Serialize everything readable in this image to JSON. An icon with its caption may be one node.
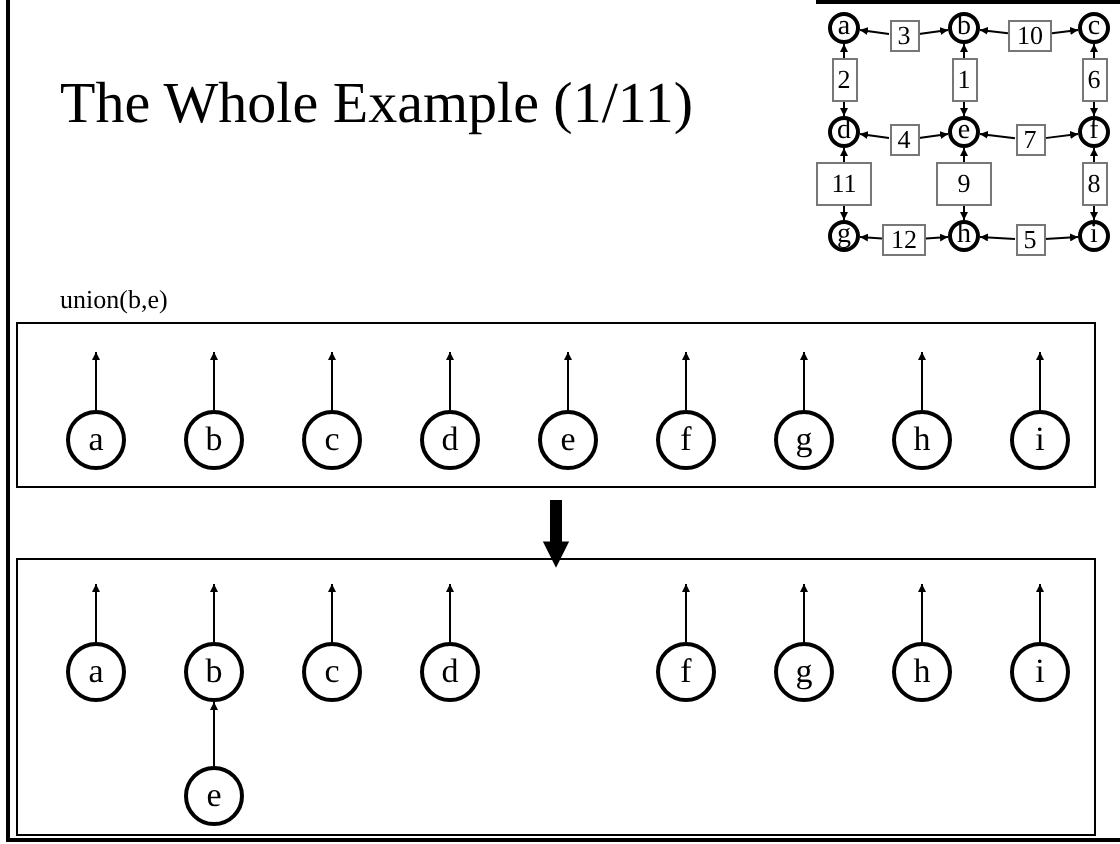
{
  "diagram": {
    "title": "The Whole Example (1/11)",
    "nodes": [
      {
        "text": [
          "a"
        ]
      },
      {
        "text": [
          "3"
        ]
      },
      {
        "text": [
          "b"
        ]
      },
      {
        "text": [
          "10"
        ]
      },
      {
        "text": [
          "c"
        ]
      },
      {
        "text": [
          "2"
        ]
      },
      {
        "text": [
          "1"
        ]
      },
      {
        "text": [
          "6"
        ]
      },
      {
        "text": [
          "d"
        ]
      },
      {
        "text": [
          "4"
        ]
      },
      {
        "text": [
          "e"
        ]
      },
      {
        "text": [
          "7"
        ]
      },
      {
        "text": [
          "f"
        ]
      },
      {
        "text": [
          "11"
        ]
      },
      {
        "text": [
          "9"
        ]
      },
      {
        "text": [
          "8"
        ]
      },
      {
        "text": [
          "g"
        ]
      },
      {
        "text": [
          "12"
        ]
      },
      {
        "text": [
          "h"
        ]
      },
      {
        "text": [
          "5"
        ]
      },
      {
        "text": [
          "i"
        ]
      },
      {
        "text": [],
        "shape": "box"
      },
      {
        "text": [
          "a"
        ],
        "in": 21
      },
      {
        "text": [
          "b"
        ],
        "in": 21
      },
      {
        "text": [
          "c"
        ],
        "in": 21
      },
      {
        "text": [
          "d"
        ],
        "in": 21
      },
      {
        "text": [
          "e"
        ],
        "in": 21
      },
      {
        "text": [
          "f"
        ],
        "in": 21
      },
      {
        "text": [
          "g"
        ],
        "in": 21
      },
      {
        "text": [
          "h"
        ],
        "in": 21
      },
      {
        "text": [
          "i"
        ],
        "in": 21
      },
      {
        "text": [],
        "shape": "box"
      },
      {
        "text": [
          "a"
        ],
        "in": 31
      },
      {
        "text": [
          "b"
        ],
        "in": 31
      },
      {
        "text": [
          "c"
        ],
        "in": 31
      },
      {
        "text": [
          "d"
        ],
        "in": 31
      },
      {
        "text": [
          "f"
        ],
        "in": 31
      },
      {
        "text": [
          "g"
        ],
        "in": 31
      },
      {
        "text": [
          "h"
        ],
        "in": 31
      },
      {
        "text": [
          "i"
        ],
        "in": 31
      },
      {
        "text": [
          "e"
        ],
        "in": 31
      }
    ],
    "edges": [
      {
        "from": 1,
        "to": 0,
        "arrow": "to"
      },
      {
        "from": 1,
        "to": 2,
        "arrow": "to"
      },
      {
        "from": 3,
        "to": 2,
        "arrow": "to"
      },
      {
        "from": 3,
        "to": 4,
        "arrow": "to"
      },
      {
        "from": 5,
        "to": 0,
        "arrow": "to"
      },
      {
        "from": 5,
        "to": 8,
        "arrow": "to"
      },
      {
        "from": 6,
        "to": 2,
        "arrow": "to"
      },
      {
        "from": 6,
        "to": 10,
        "arrow": "to"
      },
      {
        "from": 7,
        "to": 4,
        "arrow": "to"
      },
      {
        "from": 7,
        "to": 12,
        "arrow": "to"
      },
      {
        "from": 9,
        "to": 8,
        "arrow": "to"
      },
      {
        "from": 9,
        "to": 10,
        "arrow": "to"
      },
      {
        "from": 11,
        "to": 10,
        "arrow": "to"
      },
      {
        "from": 11,
        "to": 12,
        "arrow": "to"
      },
      {
        "from": 13,
        "to": 8,
        "arrow": "to"
      },
      {
        "from": 13,
        "to": 16,
        "arrow": "to"
      },
      {
        "from": 14,
        "to": 10,
        "arrow": "to"
      },
      {
        "from": 14,
        "to": 18,
        "arrow": "to"
      },
      {
        "from": 15,
        "to": 12,
        "arrow": "to"
      },
      {
        "from": 15,
        "to": 20,
        "arrow": "to"
      },
      {
        "from": 17,
        "to": 16,
        "arrow": "to"
      },
      {
        "from": 17,
        "to": 18,
        "arrow": "to"
      },
      {
        "from": 19,
        "to": 18,
        "arrow": "to"
      },
      {
        "from": 19,
        "to": 20,
        "arrow": "to"
      },
      {
        "from": 22,
        "to": null,
        "arrow": "to"
      },
      {
        "from": 23,
        "to": null,
        "arrow": "to"
      },
      {
        "from": 24,
        "to": null,
        "arrow": "to"
      },
      {
        "from": 25,
        "to": null,
        "arrow": "to"
      },
      {
        "from": 26,
        "to": null,
        "arrow": "to"
      },
      {
        "from": 27,
        "to": null,
        "arrow": "to"
      },
      {
        "from": 28,
        "to": null,
        "arrow": "to"
      },
      {
        "from": 29,
        "to": null,
        "arrow": "to"
      },
      {
        "from": 30,
        "to": null,
        "arrow": "to"
      },
      {
        "from": 21,
        "to": 31,
        "arrow": "to",
        "style": "thick"
      },
      {
        "from": 32,
        "to": null,
        "arrow": "to"
      },
      {
        "from": 33,
        "to": null,
        "arrow": "to"
      },
      {
        "from": 34,
        "to": null,
        "arrow": "to"
      },
      {
        "from": 35,
        "to": null,
        "arrow": "to"
      },
      {
        "from": 36,
        "to": null,
        "arrow": "to"
      },
      {
        "from": 37,
        "to": null,
        "arrow": "to"
      },
      {
        "from": 38,
        "to": null,
        "arrow": "to"
      },
      {
        "from": 39,
        "to": null,
        "arrow": "to"
      },
      {
        "from": 40,
        "to": 33,
        "arrow": "to"
      }
    ],
    "labels": [
      "union(b,e)"
    ]
  }
}
